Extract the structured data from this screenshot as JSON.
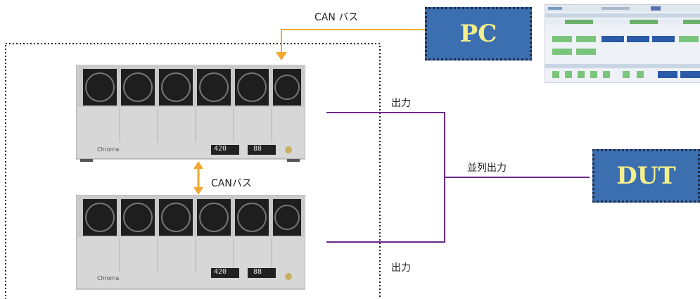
{
  "labels": {
    "can_bus_top": "CAN バス",
    "can_bus_mid": "CANバス",
    "output_top": "出力",
    "parallel_output": "並列出力",
    "output_bottom": "出力"
  },
  "boxes": {
    "pc": "PC",
    "dut": "DUT"
  },
  "units": [
    {
      "brand": "Chroma",
      "display1": "420",
      "display2": "88"
    },
    {
      "brand": "Chroma",
      "display1": "420",
      "display2": "88"
    }
  ],
  "colors": {
    "can_line": "#f0a830",
    "output_line": "#6a2a8a",
    "box_fill": "#3c6fb0",
    "box_text": "#f4ee8c"
  }
}
